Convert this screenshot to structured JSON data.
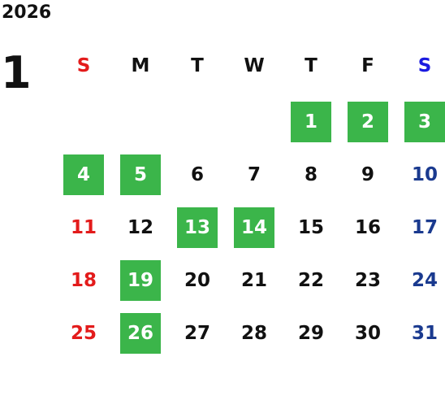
{
  "year": "2026",
  "month": "1",
  "colors": {
    "highlight": "#3bb54a",
    "sunday": "#e31b1b",
    "saturday_header": "#1a1ae0",
    "saturday": "#1a3a8f",
    "text": "#111111"
  },
  "weekdays": [
    "S",
    "M",
    "T",
    "W",
    "T",
    "F",
    "S"
  ],
  "first_weekday_index": 4,
  "days": [
    {
      "label": "1",
      "highlighted": true
    },
    {
      "label": "2",
      "highlighted": true
    },
    {
      "label": "3",
      "highlighted": true
    },
    {
      "label": "4",
      "highlighted": true
    },
    {
      "label": "5",
      "highlighted": true
    },
    {
      "label": "6",
      "highlighted": false
    },
    {
      "label": "7",
      "highlighted": false
    },
    {
      "label": "8",
      "highlighted": false
    },
    {
      "label": "9",
      "highlighted": false
    },
    {
      "label": "10",
      "highlighted": false
    },
    {
      "label": "11",
      "highlighted": false
    },
    {
      "label": "12",
      "highlighted": false
    },
    {
      "label": "13",
      "highlighted": true
    },
    {
      "label": "14",
      "highlighted": true
    },
    {
      "label": "15",
      "highlighted": false
    },
    {
      "label": "16",
      "highlighted": false
    },
    {
      "label": "17",
      "highlighted": false
    },
    {
      "label": "18",
      "highlighted": false
    },
    {
      "label": "19",
      "highlighted": true
    },
    {
      "label": "20",
      "highlighted": false
    },
    {
      "label": "21",
      "highlighted": false
    },
    {
      "label": "22",
      "highlighted": false
    },
    {
      "label": "23",
      "highlighted": false
    },
    {
      "label": "24",
      "highlighted": false
    },
    {
      "label": "25",
      "highlighted": false
    },
    {
      "label": "26",
      "highlighted": true
    },
    {
      "label": "27",
      "highlighted": false
    },
    {
      "label": "28",
      "highlighted": false
    },
    {
      "label": "29",
      "highlighted": false
    },
    {
      "label": "30",
      "highlighted": false
    },
    {
      "label": "31",
      "highlighted": false
    }
  ]
}
